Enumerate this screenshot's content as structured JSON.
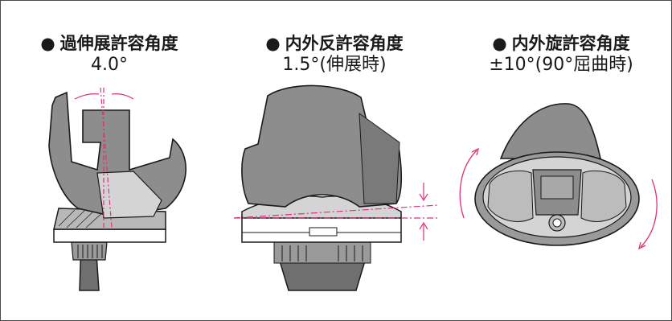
{
  "panels": [
    {
      "heading": "過伸展許容角度",
      "value": "4.0°"
    },
    {
      "heading": "内外反許容角度",
      "value": "1.5°(伸展時)"
    },
    {
      "heading": "内外旋許容角度",
      "value": "±10°(90°屈曲時)"
    }
  ],
  "bullet_glyph": "●",
  "colors": {
    "implant_gray": "#8d8d8d",
    "implant_dark": "#6f6f6f",
    "insert_light": "#d4d4d4",
    "outline": "#1a1a1a",
    "annotation_magenta": "#e0307a"
  }
}
